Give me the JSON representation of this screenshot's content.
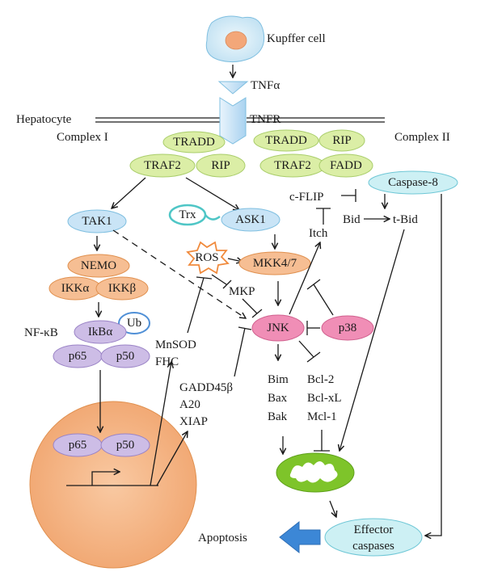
{
  "labels": {
    "kupffer": "Kupffer cell",
    "tnfa": "TNFα",
    "tnfr": "TNFR",
    "hepatocyte": "Hepatocyte",
    "complex1": "Complex I",
    "complex2": "Complex II",
    "nfkb": "NF-κB",
    "cflip": "c-FLIP",
    "itch": "Itch",
    "bid": "Bid",
    "tbid": "t-Bid",
    "mkp": "MKP",
    "mnsod": "MnSOD",
    "fhc": "FHC",
    "gadd45b": "GADD45β",
    "a20": "A20",
    "xiap": "XIAP",
    "bim": "Bim",
    "bax": "Bax",
    "bak": "Bak",
    "bcl2": "Bcl-2",
    "bclxl": "Bcl-xL",
    "mcl1": "Mcl-1",
    "apoptosis": "Apoptosis"
  },
  "nodes": {
    "tradd1": "TRADD",
    "traf2_1": "TRAF2",
    "rip1": "RIP",
    "tradd2": "TRADD",
    "rip2": "RIP",
    "traf2_2": "TRAF2",
    "fadd": "FADD",
    "casp8": "Caspase-8",
    "tak1": "TAK1",
    "trx": "Trx",
    "ask1": "ASK1",
    "ros": "ROS",
    "mkk47": "MKK4/7",
    "nemo": "NEMO",
    "ikka": "IKKα",
    "ikkb": "IKKβ",
    "ub": "Ub",
    "ikba": "IkBα",
    "p65a": "p65",
    "p50a": "p50",
    "jnk": "JNK",
    "p38": "p38",
    "p65b": "p65",
    "p50b": "p50",
    "effector": [
      "Effector",
      "caspases"
    ]
  },
  "colors": {
    "green": "#dbeea6",
    "blue": "#c9e4f6",
    "cyan": "#cdf0f4",
    "orange": "#f6be93",
    "purple": "#cdbde6",
    "pink": "#f08eb6",
    "nucleus": "#f6b688",
    "mito": "#7ec42a"
  }
}
